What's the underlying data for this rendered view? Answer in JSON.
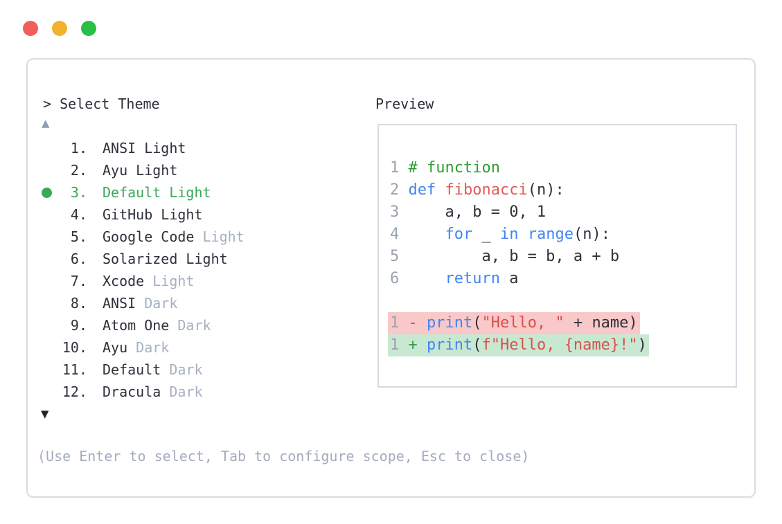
{
  "window": {
    "traffic_lights": [
      {
        "name": "close",
        "color": "#f05f5a"
      },
      {
        "name": "minimize",
        "color": "#f3b22b"
      },
      {
        "name": "maximize",
        "color": "#2dbe46"
      }
    ]
  },
  "theme_selector": {
    "prompt": "> Select Theme",
    "scroll_up_indicator": "▲",
    "scroll_down_indicator": "▼",
    "items": [
      {
        "number": "1.",
        "label": "ANSI Light",
        "suffix": "",
        "selected": false
      },
      {
        "number": "2.",
        "label": "Ayu Light",
        "suffix": "",
        "selected": false
      },
      {
        "number": "3.",
        "label": "Default Light",
        "suffix": "",
        "selected": true
      },
      {
        "number": "4.",
        "label": "GitHub Light",
        "suffix": "",
        "selected": false
      },
      {
        "number": "5.",
        "label": "Google Code",
        "suffix": " Light",
        "selected": false
      },
      {
        "number": "6.",
        "label": "Solarized Light",
        "suffix": "",
        "selected": false
      },
      {
        "number": "7.",
        "label": "Xcode",
        "suffix": " Light",
        "selected": false
      },
      {
        "number": "8.",
        "label": "ANSI",
        "suffix": " Dark",
        "selected": false
      },
      {
        "number": "9.",
        "label": "Atom One",
        "suffix": " Dark",
        "selected": false
      },
      {
        "number": "10.",
        "label": "Ayu",
        "suffix": " Dark",
        "selected": false
      },
      {
        "number": "11.",
        "label": "Default",
        "suffix": " Dark",
        "selected": false
      },
      {
        "number": "12.",
        "label": "Dracula",
        "suffix": " Dark",
        "selected": false
      }
    ],
    "help_text": "(Use Enter to select, Tab to configure scope, Esc to close)"
  },
  "preview": {
    "title": "Preview",
    "code_lines": [
      {
        "segments": [
          {
            "text": "1 ",
            "color": "ln"
          },
          {
            "text": "# function",
            "color": "comment"
          }
        ]
      },
      {
        "segments": [
          {
            "text": "2 ",
            "color": "ln"
          },
          {
            "text": "def",
            "color": "keyword"
          },
          {
            "text": " ",
            "color": "text"
          },
          {
            "text": "fibonacci",
            "color": "function"
          },
          {
            "text": "(n):",
            "color": "text"
          }
        ]
      },
      {
        "segments": [
          {
            "text": "3 ",
            "color": "ln"
          },
          {
            "text": "    a, b = 0, 1",
            "color": "text"
          }
        ]
      },
      {
        "segments": [
          {
            "text": "4 ",
            "color": "ln"
          },
          {
            "text": "    ",
            "color": "text"
          },
          {
            "text": "for",
            "color": "keyword"
          },
          {
            "text": " _ ",
            "color": "text"
          },
          {
            "text": "in",
            "color": "keyword"
          },
          {
            "text": " ",
            "color": "text"
          },
          {
            "text": "range",
            "color": "keyword"
          },
          {
            "text": "(n):",
            "color": "text"
          }
        ]
      },
      {
        "segments": [
          {
            "text": "5 ",
            "color": "ln"
          },
          {
            "text": "        a, b = b, a + b",
            "color": "text"
          }
        ]
      },
      {
        "segments": [
          {
            "text": "6 ",
            "color": "ln"
          },
          {
            "text": "    ",
            "color": "text"
          },
          {
            "text": "return",
            "color": "keyword"
          },
          {
            "text": " a",
            "color": "text"
          }
        ]
      },
      {
        "segments": []
      },
      {
        "diff": "removed",
        "segments": [
          {
            "text": "1 ",
            "color": "ln"
          },
          {
            "text": "- ",
            "color": "removed"
          },
          {
            "text": "print",
            "color": "keyword"
          },
          {
            "text": "(",
            "color": "text"
          },
          {
            "text": "\"Hello, \"",
            "color": "string"
          },
          {
            "text": " + name)",
            "color": "text"
          }
        ]
      },
      {
        "diff": "added",
        "segments": [
          {
            "text": "1 ",
            "color": "ln"
          },
          {
            "text": "+ ",
            "color": "added"
          },
          {
            "text": "print",
            "color": "keyword"
          },
          {
            "text": "(",
            "color": "text"
          },
          {
            "text": "f\"Hello, {name}!\"",
            "color": "string"
          },
          {
            "text": ")",
            "color": "text"
          }
        ]
      }
    ]
  },
  "colors": {
    "ln": "#9aa3b0",
    "text": "#2d313a",
    "comment": "#2e9d32",
    "keyword": "#4285f4",
    "function": "#e15a56",
    "string": "#d7504c",
    "removed": "#d7504c",
    "added": "#2f9e44",
    "removed_bg": "#f9c8c8",
    "added_bg": "#c9e8d2",
    "accent_green": "#3aa859",
    "muted_suffix": "#a6b0c2",
    "help_text": "#a3adbf",
    "panel_border": "#d9dde4"
  }
}
